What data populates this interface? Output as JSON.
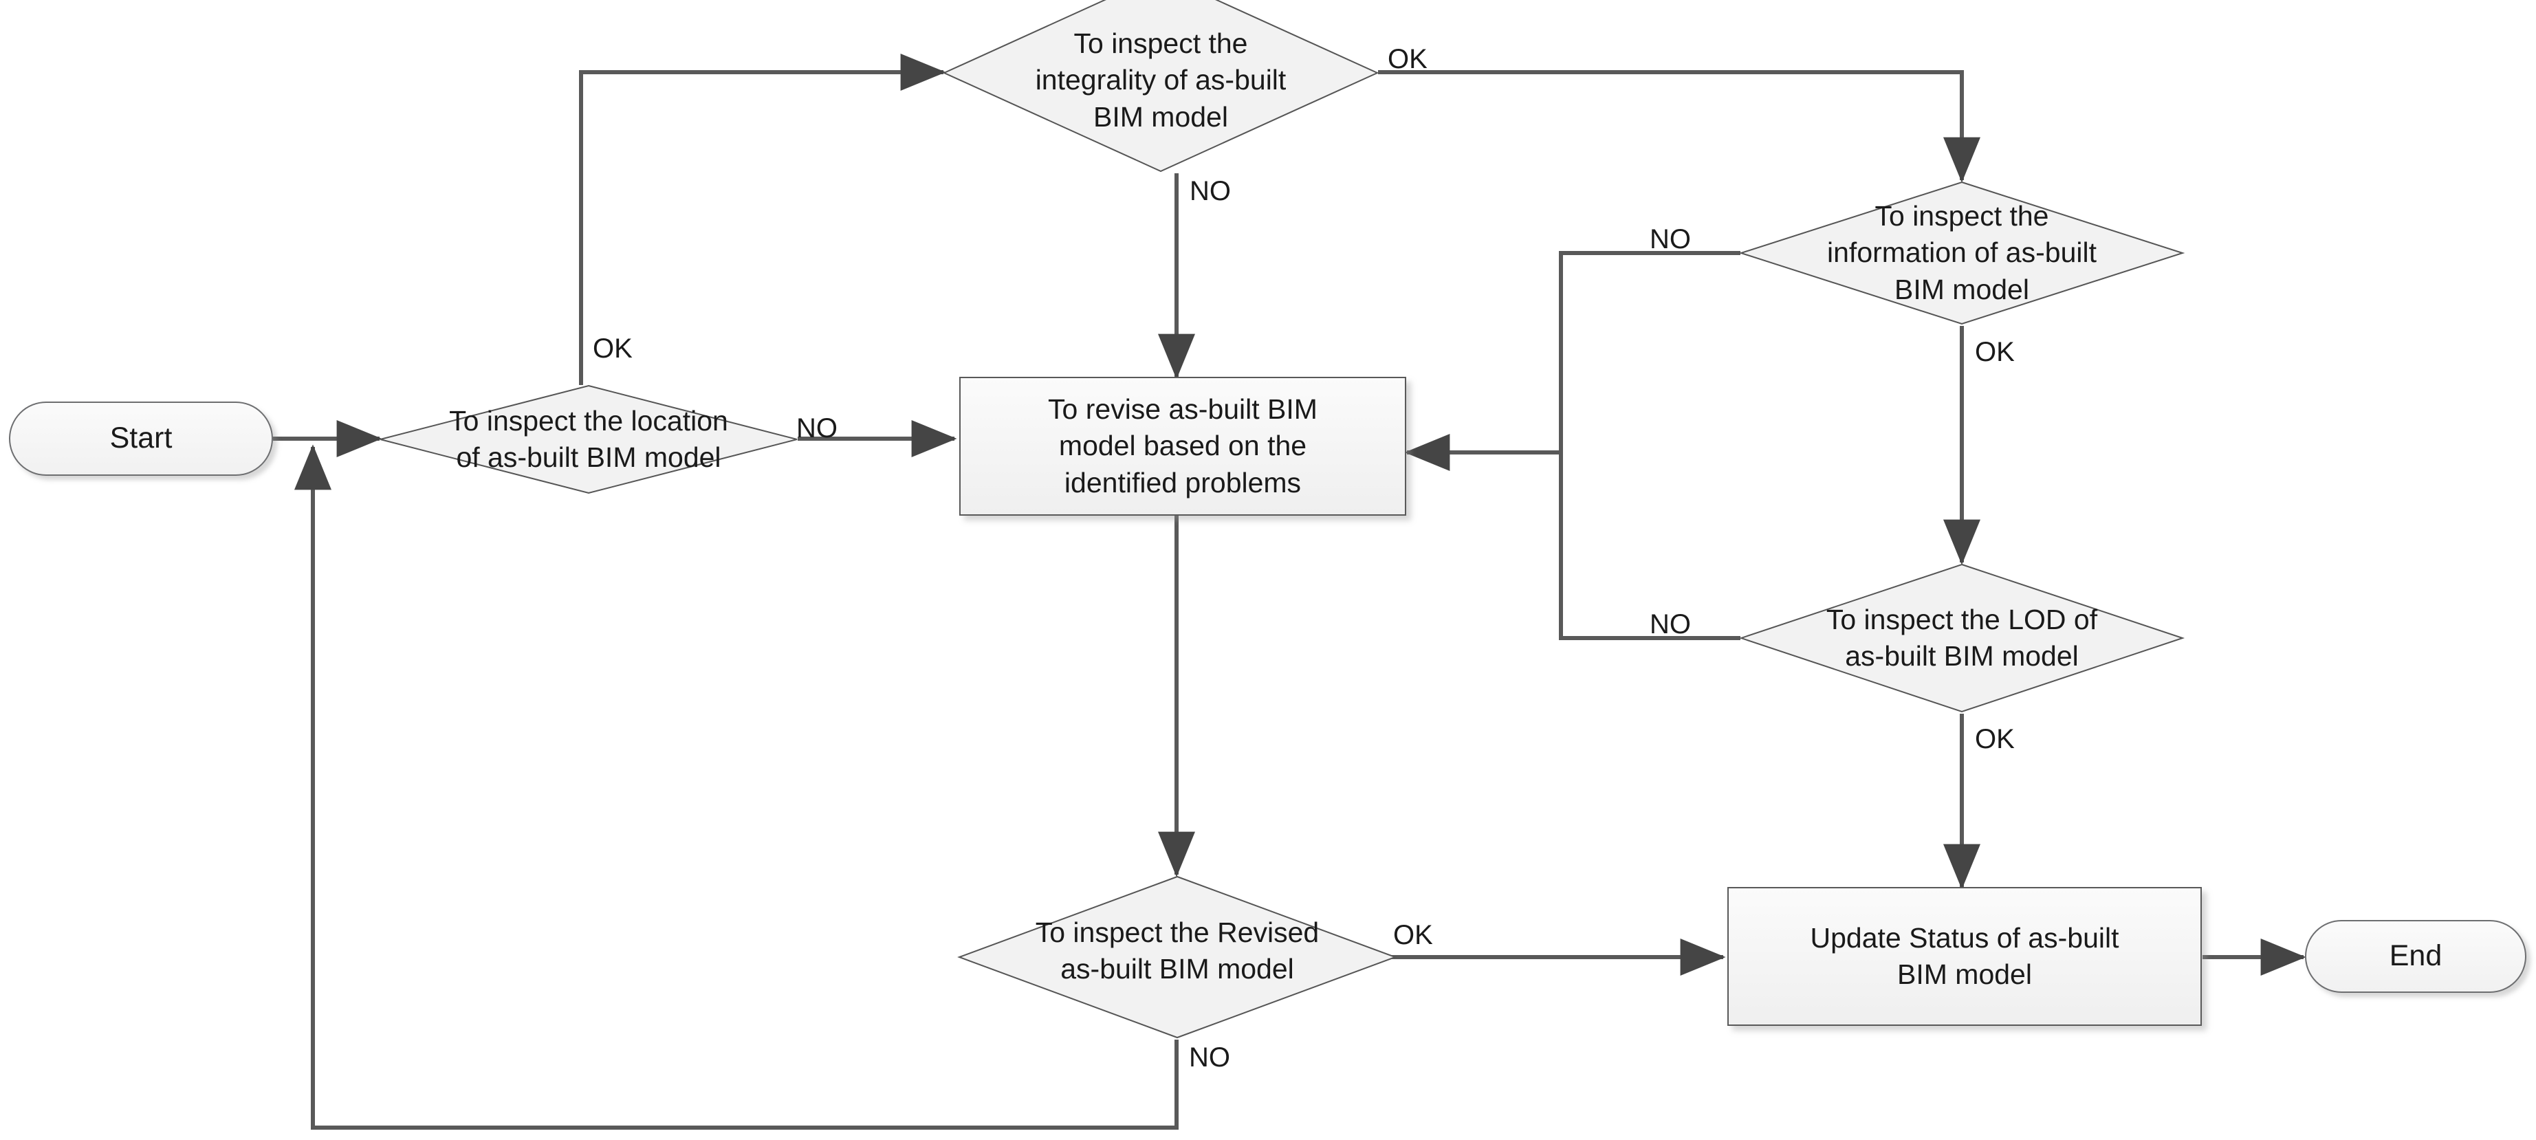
{
  "diagram": {
    "title": "As-built BIM model inspection and revision workflow",
    "palette": {
      "line": "#595959",
      "shape_stroke": "#6d6e70",
      "shape_fill_top": "#fbfbfb",
      "shape_fill_bottom": "#efefef",
      "text": "#1a1a1a",
      "background": "#ffffff"
    },
    "nodes": {
      "start": {
        "label": "Start",
        "shape": "terminator"
      },
      "inspect_location": {
        "label": "To inspect the location\nof as-built BIM model",
        "shape": "decision"
      },
      "inspect_integrality": {
        "label": "To inspect the\nintegrality of as-built\nBIM model",
        "shape": "decision"
      },
      "inspect_information": {
        "label": "To inspect the\ninformation of as-built\nBIM model",
        "shape": "decision"
      },
      "inspect_lod": {
        "label": "To inspect the LOD of\nas-built BIM model",
        "shape": "decision"
      },
      "revise_model": {
        "label": "To revise as-built BIM\nmodel based on the\nidentified problems",
        "shape": "process"
      },
      "inspect_revised": {
        "label": "To inspect the Revised\nas-built BIM model",
        "shape": "decision"
      },
      "update_status": {
        "label": "Update Status of as-built\nBIM model",
        "shape": "process"
      },
      "end": {
        "label": "End",
        "shape": "terminator"
      }
    },
    "edge_labels": {
      "location_ok": "OK",
      "location_no": "NO",
      "integrality_ok": "OK",
      "integrality_no": "NO",
      "information_no": "NO",
      "information_ok": "OK",
      "lod_no": "NO",
      "lod_ok": "OK",
      "revised_ok": "OK",
      "revised_no": "NO"
    },
    "edges": [
      {
        "from": "start",
        "to": "inspect_location",
        "label": ""
      },
      {
        "from": "inspect_location",
        "to": "inspect_integrality",
        "label": "OK"
      },
      {
        "from": "inspect_location",
        "to": "revise_model",
        "label": "NO"
      },
      {
        "from": "inspect_integrality",
        "to": "inspect_information",
        "label": "OK"
      },
      {
        "from": "inspect_integrality",
        "to": "revise_model",
        "label": "NO"
      },
      {
        "from": "inspect_information",
        "to": "revise_model",
        "label": "NO"
      },
      {
        "from": "inspect_information",
        "to": "inspect_lod",
        "label": "OK"
      },
      {
        "from": "inspect_lod",
        "to": "revise_model",
        "label": "NO"
      },
      {
        "from": "inspect_lod",
        "to": "update_status",
        "label": "OK"
      },
      {
        "from": "revise_model",
        "to": "inspect_revised",
        "label": ""
      },
      {
        "from": "inspect_revised",
        "to": "update_status",
        "label": "OK"
      },
      {
        "from": "inspect_revised",
        "to": "inspect_location",
        "label": "NO"
      },
      {
        "from": "update_status",
        "to": "end",
        "label": ""
      }
    ]
  }
}
